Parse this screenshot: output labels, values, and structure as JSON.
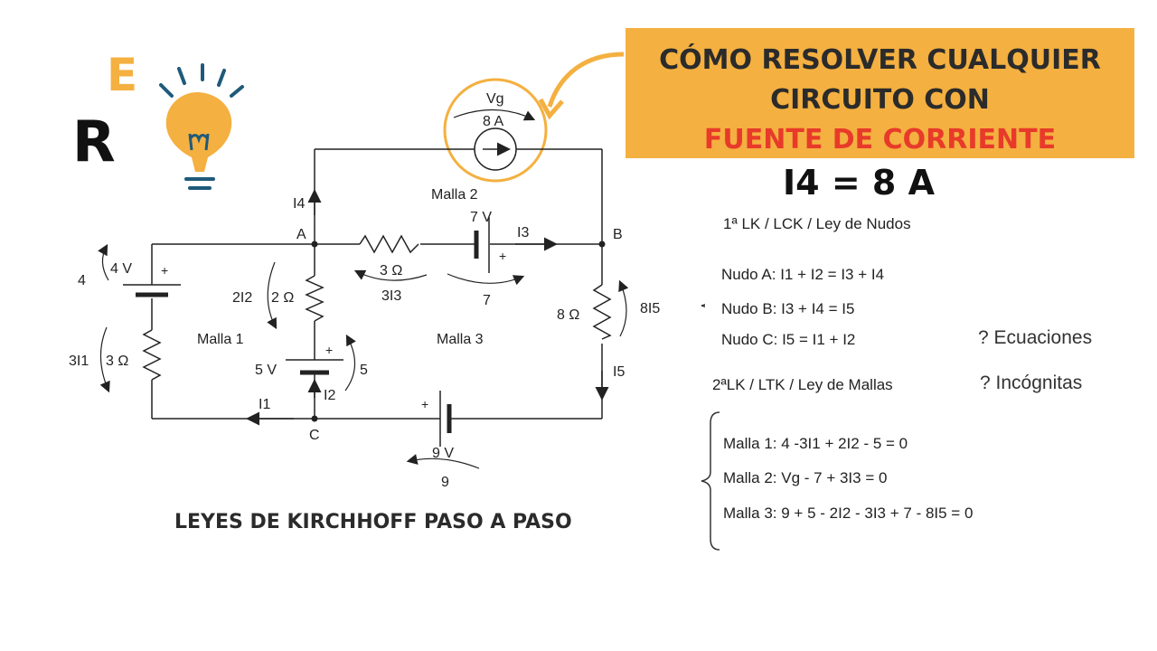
{
  "logo": {
    "letter_r": "R",
    "letter_e": "E"
  },
  "banner": {
    "line1": "CÓMO RESOLVER CUALQUIER",
    "line2": "CIRCUITO CON",
    "line3": "FUENTE DE CORRIENTE",
    "bg_color": "#f4b040",
    "highlight_color": "#e83a2a"
  },
  "result": "I4 = 8 A",
  "bottom_title": "LEYES DE KIRCHHOFF PASO A PASO",
  "circuit": {
    "current_source": {
      "name": "Vg",
      "value": "8 A"
    },
    "mesh_labels": [
      "Malla 1",
      "Malla 2",
      "Malla 3"
    ],
    "nodes": [
      "A",
      "B",
      "C"
    ],
    "currents": [
      "I1",
      "I2",
      "I3",
      "I4",
      "I5"
    ],
    "sources": {
      "v4": {
        "value": "4 V",
        "drop": "4",
        "plus": "+"
      },
      "v5": {
        "value": "5 V",
        "drop": "5",
        "plus": "+"
      },
      "v7": {
        "value": "7 V",
        "drop": "7",
        "plus": "+"
      },
      "v9": {
        "value": "9 V",
        "drop": "9",
        "plus": "+"
      }
    },
    "resistors": {
      "r3_left": {
        "value": "3 Ω",
        "drop": "3I1"
      },
      "r2": {
        "value": "2 Ω",
        "drop": "2I2"
      },
      "r3_top": {
        "value": "3 Ω",
        "drop": "3I3"
      },
      "r8": {
        "value": "8 Ω",
        "drop": "8I5"
      }
    }
  },
  "lck": {
    "title": "1ª LK / LCK / Ley de Nudos",
    "equations": [
      "Nudo A:  I1 + I2 = I3 + I4",
      "Nudo B:  I3 + I4 = I5",
      "Nudo C:  I5 = I1 + I2"
    ]
  },
  "ltk": {
    "title": "2ªLK / LTK / Ley de Mallas",
    "equations": [
      "Malla 1:  4 -3I1 + 2I2 - 5 = 0",
      "Malla 2:  Vg - 7 + 3I3 = 0",
      "Malla 3:  9 + 5 - 2I2 - 3I3 + 7 - 8I5 = 0"
    ]
  },
  "questions": [
    "? Ecuaciones",
    "? Incógnitas"
  ]
}
